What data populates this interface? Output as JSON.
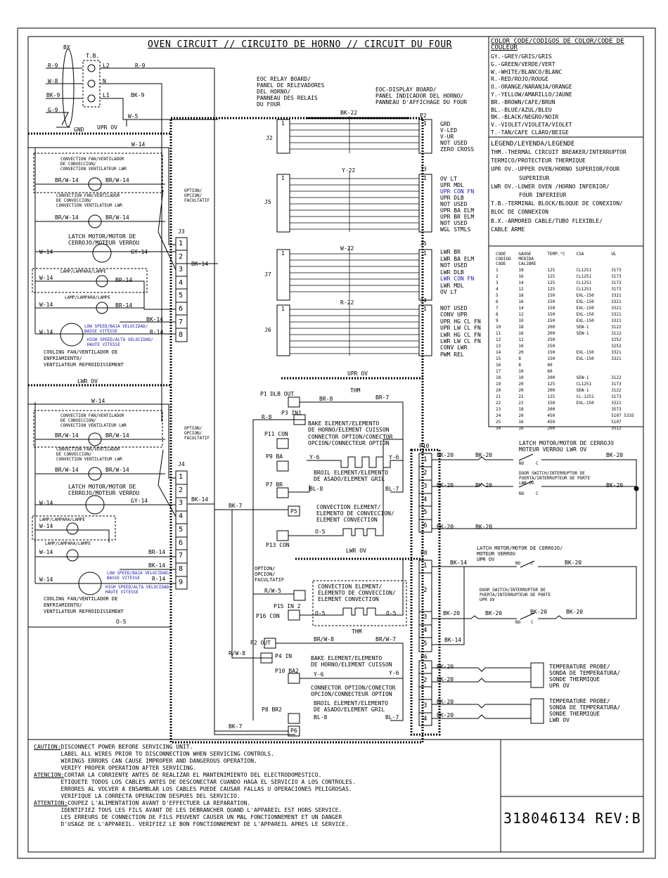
{
  "title": "OVEN CIRCUIT // CIRCUITO DE HORNO // CIRCUIT DU FOUR",
  "color_code": {
    "title": "COLOR CODE/CODIGOS DE COLOR/CODE DE COULEUR",
    "items": [
      "GY.-GREY/GRIS/GRIS",
      "G.-GREEN/VERDE/VERT",
      "W.-WHITE/BLANCO/BLANC",
      "R.-RED/ROJO/ROUGE",
      "O.-ORANGE/NARANJA/ORANGE",
      "Y.-YELLOW/AMARILLO/JAUNE",
      "BR.-BROWN/CAFE/BRUN",
      "BL.-BLUE/AZUL/BLEU",
      "BK.-BLACK/NEGRO/NOIR",
      "V.-VIOLET/VIOLETA/VIOLET",
      "T.-TAN/CAFE CLARO/BEIGE"
    ]
  },
  "legend": {
    "title": "LEGEND/LEYENDA/LEGENDE",
    "items": [
      "THM.-THERMAL CIRCUIT BREAKER/INTERRUPTOR",
      "TERMICO/PROTECTEUR THERMIQUE",
      "UPR OV.-UPPER OVEN/HORNO SUPERIOR/FOUR",
      "SUPERIEUR",
      "LWR OV.-LOWER OVEN /HORNO INFERIOR/",
      "FOUR INFERIEUR",
      "T.B.-TERMINAL BLOCK/BLOQUE DE CONEXION/",
      "BLOC DE CONNEXION",
      "B.X.-ARMORED CABLE/TUBO FLEXIBLE/",
      "CABLE ARME"
    ]
  },
  "gauge_table": {
    "headers": [
      "CODE CODIGO CODE",
      "GAUGE MEDIDA CALIBRE",
      "TEMP.°C",
      "CSA",
      "UL"
    ],
    "rows": [
      [
        "1",
        "18",
        "125",
        "CL1251",
        "3173"
      ],
      [
        "2",
        "16",
        "125",
        "CL1251",
        "3173"
      ],
      [
        "3",
        "14",
        "125",
        "CL1251",
        "3173"
      ],
      [
        "4",
        "12",
        "125",
        "CL1251",
        "3173"
      ],
      [
        "5",
        "18",
        "150",
        "EXL-150",
        "3321"
      ],
      [
        "6",
        "16",
        "150",
        "EXL-150",
        "3321"
      ],
      [
        "7",
        "14",
        "150",
        "EXL-150",
        "3321"
      ],
      [
        "8",
        "12",
        "150",
        "EXL-150",
        "3321"
      ],
      [
        "9",
        "10",
        "150",
        "EXL-150",
        "3321"
      ],
      [
        "10",
        "18",
        "200",
        "SEW-1",
        "3122"
      ],
      [
        "11",
        "16",
        "200",
        "SEW-1",
        "3122"
      ],
      [
        "12",
        "12",
        "250",
        "",
        "3252"
      ],
      [
        "13",
        "16",
        "250",
        "",
        "3252"
      ],
      [
        "14",
        "20",
        "150",
        "EXL-150",
        "3321"
      ],
      [
        "15",
        "8",
        "150",
        "EXL-150",
        "3321"
      ],
      [
        "16",
        "8",
        "60",
        "",
        ""
      ],
      [
        "17",
        "10",
        "60",
        "",
        ""
      ],
      [
        "18",
        "10",
        "200",
        "SEW-1",
        "3122"
      ],
      [
        "19",
        "20",
        "125",
        "CL1251",
        "3173"
      ],
      [
        "20",
        "20",
        "200",
        "SEW-1",
        "3122"
      ],
      [
        "21",
        "22",
        "125",
        "CL-1251",
        "3173"
      ],
      [
        "22",
        "22",
        "150",
        "EXL-150",
        "3321"
      ],
      [
        "23",
        "18",
        "200",
        "",
        "3573"
      ],
      [
        "24",
        "20",
        "450",
        "",
        "5107 5335"
      ],
      [
        "25",
        "16",
        "450",
        "",
        "5107"
      ],
      [
        "34",
        "16",
        "200",
        "",
        "3512"
      ]
    ]
  },
  "labels": {
    "bx": "BX",
    "tb": "T.B.",
    "l2": "L2",
    "n": "N",
    "l1": "L1",
    "gnd": "GND",
    "upr_ov": "UPR OV",
    "lwr_ov": "LWR OV",
    "r9": "R-9",
    "w8": "W-8",
    "bk9": "BK-9",
    "g9": "G-9",
    "w5": "W-5",
    "w14": "W-14",
    "eoc_relay": "EOC RELAY BOARD/\nPANEL DE RELEVADORES\nDEL HORNO/\nPANNEAU DES RELAIS\nDU FOUR",
    "eoc_display": "EOC-DISPLAY BOARD/\nPANEL INDICADOR DEL HORNO/\nPANNEAU D'AFFICHAGE DU FOUR",
    "bk22": "BK-22",
    "y22": "Y-22",
    "w22": "W-22",
    "r22": "R-22",
    "j2": "J2",
    "j5": "J5",
    "j7": "J7",
    "j6": "J6",
    "j3": "J3",
    "j4": "J4",
    "p2": "P2",
    "p6": "P6",
    "p8": "P8",
    "p10": "P10",
    "conv_fan": "CONVECTION FAN/VENTILADOR\nDE CONVECCION/\nCONVECTION VENTILATEUR LWR",
    "latch": "LATCH MOTOR/MOTOR DE\nCERROJO/MOTEUR VERROU",
    "lamp1": "LAMP/LAMPARA/LAMPE",
    "cooling": "COOLING FAN/VENTILADOR DE\nENFRIAMIENTO/\nVENTILATEUR REFROIDISSEMENT",
    "low_speed": "LOW SPEED/BAJA VELOCIDAD/\nBASSE VITESSE",
    "high_speed": "HIGH SPEED/ALTA VELOCIDAD/\nHAUTE VITESSE",
    "option": "OPTION/\nOPCION/\nFACULTATIF",
    "brw14": "BR/W-14",
    "gy14": "GY-14",
    "br14": "BR-14",
    "bk14": "BK-14",
    "r14": "R-14",
    "o5": "O-5",
    "bk7": "BK-7",
    "r8": "R-8",
    "rw5": "R/W-5",
    "rw8": "R/W-8",
    "p2_list": [
      "GRD",
      "V-LED",
      "V-UR",
      "NOT USED",
      "ZERO CROSS"
    ],
    "j3_list": [
      "OV LT",
      "UPR MDL",
      "UPR CON FN",
      "UPR DLB",
      "NOT USED",
      "UPR BA ELM",
      "UPR BR ELM",
      "NOT USED",
      "WGL STMLS"
    ],
    "j5_list": [
      "LWR BR",
      "LWR BA ELM",
      "NOT USED",
      "LWR DLB",
      "LWR CON FN",
      "LWR MDL",
      "OV LT"
    ],
    "j4_list": [
      "NOT USED",
      "CONV UPR",
      "UPR HG CL FN",
      "UPR LW CL FN",
      "LWR HG CL FN",
      "LWR LW CL FN",
      "CONV LWR",
      "PWM REL"
    ],
    "p1": "P1 DLB OUT",
    "p3": "P3 IN1",
    "p11": "P11 CON",
    "p9": "P9 BA",
    "p7": "P7 BR",
    "p5": "P5",
    "p13": "P13 CON",
    "p15": "P15 IN 2",
    "p16": "P16 CON",
    "p2out": "P2 OUT",
    "p4": "P4 IN",
    "p10ba2": "P10 BA2",
    "p8br2": "P8 BR2",
    "p6b": "P6",
    "thm": "THM",
    "br8": "BR-8",
    "br7": "BR-7",
    "brw8": "BR/W-8",
    "brw7": "BR/W-7",
    "y6": "Y-6",
    "bl8": "BL-8",
    "bl7": "BL-7",
    "bake": "BAKE ELEMENT/ELEMENTO\nDE HORNO/ELEMENT CUISSON",
    "connector": "CONNECTOR OPTION/CONECTOR\nOPCION/CONNECTEUR OPTION",
    "broil": "BROIL ELEMENT/ELEMENTO\nDE ASADO/ELEMENT GRIL",
    "convection": "CONVECTION ELEMENT/\nELEMENTO DE CONVECCION/\nELEMENT CONVECTION",
    "latch_r": "LATCH MOTOR/MOTOR DE CERROJO\nMOTEUR VERROU LWR OV",
    "door_lwr": "DOOR SWITCH/INTERRUPTOR DE\nPUERTA/INTERRUPTEUR DE PORTE\nLWR OV",
    "latch_upr": "LATCH MOTOR/MOTOR DE CERROJO/\nMOTEUR VERROU\nUPR OV",
    "door_upr": "DOOR SWITCH/INTERRUPTOR DE\nPUERTA/INTERRUPTEUR DE PORTE\nUPR OV",
    "probe_upr": "TEMPERATURE PROBE/\nSONDA DE TEMPERATURA/\nSONDE THERMIQUE\nUPR OV",
    "probe_lwr": "TEMPERATURE PROBE/\nSONDA DE TEMPERATURA/\nSONDE THERMIQUE\nLWR OV",
    "bk20": "BK-20",
    "no": "NO",
    "c": "C"
  },
  "caution": {
    "caution_label": "CAUTION:",
    "caution_text": "DISCONNECT POWER BEFORE SERVICING UNIT.\n        LABEL ALL WIRES PRIOR TO DISCONNECTION WHEN SERVICING CONTROLS.\n        WIRINGS ERRORS CAN CAUSE IMPROPER AND DANGEROUS OPERATION.\n        VERIFY PROPER OPERATION AFTER SERVICING.",
    "atencion_label": "ATENCION:",
    "atencion_text": "CORTAR LA CORRIENTE ANTES DE REALIZAR EL MANTENIMIENTO DEL ELECTRODOMESTICO.\n        ETIQUETE TODOS LOS CABLES ANTES DE DESCONECTAR CUANDO HAGA EL SERVICIO A LOS CONTROLES.\n        ERRORES AL VOLVER A ENSAMBLAR LOS CABLES PUEDE CAUSAR FALLAS U OPERACIONES PELIGROSAS.\n        VERIFIQUE LA CORRECTA OPERACION DESPUES DEL SERVICIO.",
    "attention_label": "ATTENTION:",
    "attention_text": "COUPEZ L'ALIMENTATION AVANT D'EFFECTUER LA REPARATION.\n        IDENTIFIEZ TOUS LES FILS AVANT DE LES DEBRANCHER QUAND L'APPAREIL EST HORS SERVICE.\n        LES ERREURS DE CONNECTION DE FILS PEUVENT CAUSER UN MAL FONCTIONNEMENT ET UN DANGER\n        D'USAGE DE L'APPAREIL. VERIFIEZ LE BON FONCTIONNEMENT DE L'APPAREIL APRES LE SERVICE."
  },
  "part_number": "318046134 REV:B"
}
